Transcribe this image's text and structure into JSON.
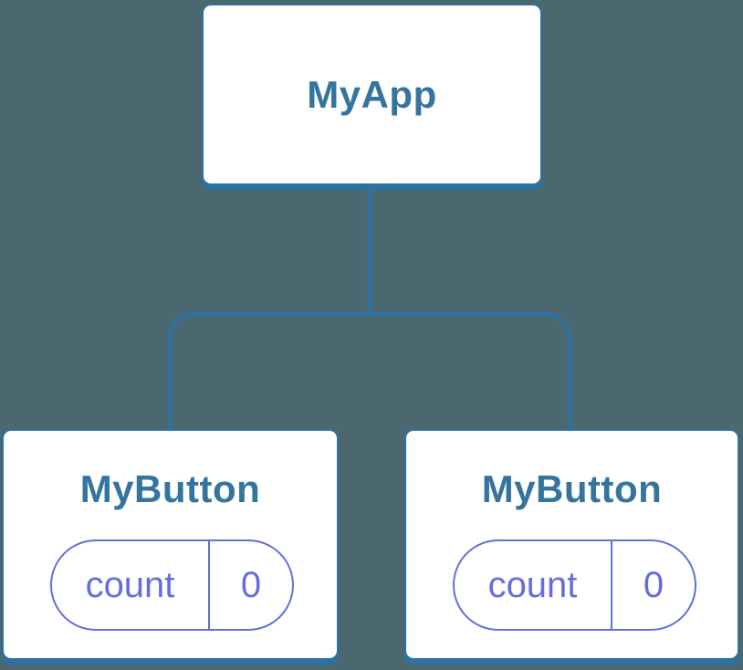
{
  "colors": {
    "background": "#4B6870",
    "line": "#2E71A4",
    "component_text": "#35749E",
    "state": "#646EDC"
  },
  "tree": {
    "root": {
      "label": "MyApp"
    },
    "children": [
      {
        "label": "MyButton",
        "state": {
          "key": "count",
          "value": "0"
        }
      },
      {
        "label": "MyButton",
        "state": {
          "key": "count",
          "value": "0"
        }
      }
    ]
  }
}
